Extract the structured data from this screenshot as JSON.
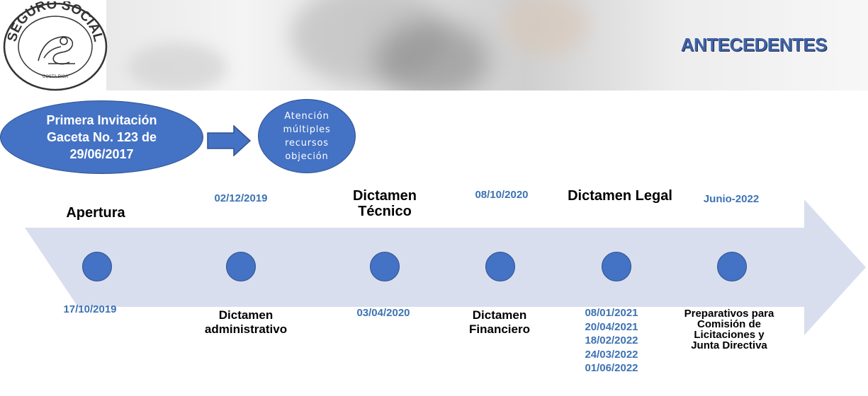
{
  "header": {
    "title": "ANTECEDENTES",
    "logo": {
      "top_text": "SEGURO SOCIAL",
      "bottom_text": "COSTA RICA"
    }
  },
  "intro": {
    "invitation": "Primera Invitación Gaceta No. 123 de 29/06/2017",
    "attention": "Atención múltiples recursos objeción"
  },
  "timeline": {
    "above": [
      {
        "text": "Apertura",
        "kind": "stage"
      },
      {
        "text": "02/12/2019",
        "kind": "date"
      },
      {
        "text": "Dictamen Técnico",
        "kind": "stage"
      },
      {
        "text": "08/10/2020",
        "kind": "date"
      },
      {
        "text": "Dictamen Legal",
        "kind": "stage"
      },
      {
        "text": "Junio-2022",
        "kind": "date"
      }
    ],
    "below": [
      {
        "text": "17/10/2019",
        "kind": "date"
      },
      {
        "text": "Dictamen administrativo",
        "kind": "stage"
      },
      {
        "text": "03/04/2020",
        "kind": "date"
      },
      {
        "text": "Dictamen Financiero",
        "kind": "stage"
      },
      {
        "dates": [
          "08/01/2021",
          "20/04/2021",
          "18/02/2022",
          "24/03/2022",
          "01/06/2022"
        ],
        "kind": "date-list"
      },
      {
        "text": "Preparativos para Comisión de Licitaciones y Junta Directiva",
        "kind": "stage"
      }
    ]
  },
  "colors": {
    "bubble": "#4472c4",
    "bubble_border": "#2f528f",
    "date_text": "#3d72b3",
    "arrow": "#d9deee",
    "title": "#3f62a8"
  }
}
